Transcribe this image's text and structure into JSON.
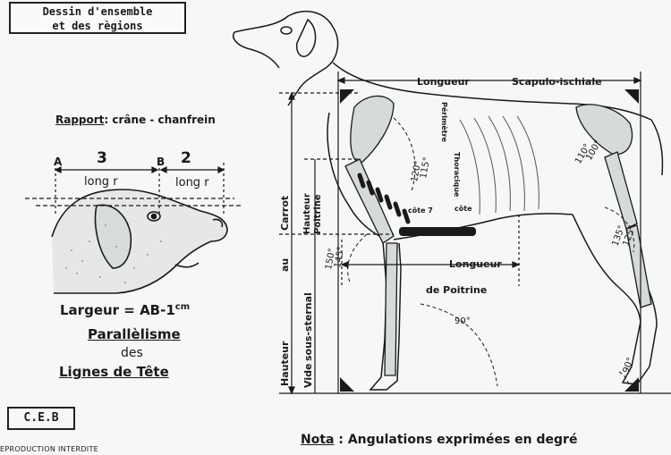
{
  "title_box": {
    "line1": "Dessin  d'ensemble",
    "line2": "et des règions"
  },
  "rapport": {
    "label": "Rapport",
    "text": ": crâne - chanfrein"
  },
  "head_ratio": {
    "point_a": "A",
    "point_b": "B",
    "crane_value": "3",
    "chanfrein_value": "2",
    "crane_unit": "long r",
    "chanfrein_unit": "long r"
  },
  "largeur": {
    "text": "Largeur = AB-1",
    "unit": "cm"
  },
  "parallelisme": {
    "line1": "Parallèlisme",
    "line2": "des",
    "line3": "Lignes de Tête"
  },
  "ceb_label": "C.E.B",
  "reproduction_notice": "EPRODUCTION INTERDITE",
  "nota": {
    "label": "Nota",
    "text": " : Angulations exprimées en degré"
  },
  "body_labels": {
    "longueur_top": "Longueur",
    "scapulo": "Scapulo-ischiale",
    "hauteur_garrot_1": "Hauteur",
    "hauteur_garrot_2": "au",
    "hauteur_garrot_3": "Carrot",
    "hauteur_poitrine_1": "Hauteur",
    "hauteur_poitrine_2": "Poitrine",
    "vide_1": "Vide",
    "vide_2": "sous-sternal",
    "perimetre": "Périmètre",
    "thoracique": "Thoracique",
    "cote7": "côte 7",
    "cote8": "côte",
    "longueur_poitrine": "Longueur",
    "de_poitrine": "de   Poitrine"
  },
  "angles": {
    "a115": "115°",
    "a120": "120°",
    "a145": "145°",
    "a150": "150°",
    "a100": "100°",
    "a110": "110°",
    "a125": "125°",
    "a135": "135°",
    "a90_front": "90°",
    "a90_back": "90°"
  }
}
